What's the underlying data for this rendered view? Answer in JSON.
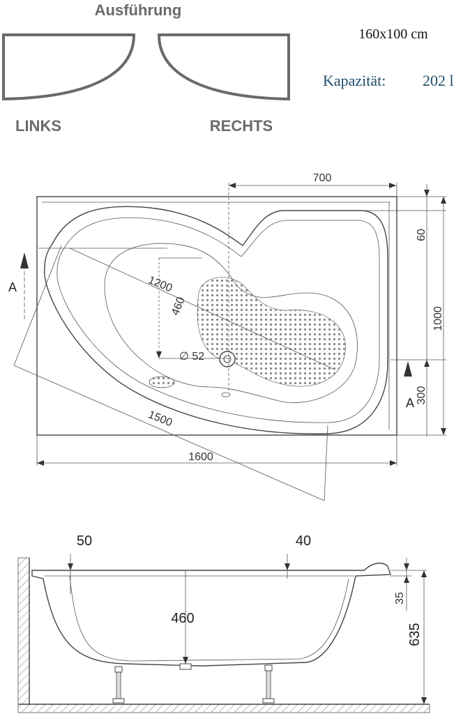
{
  "header": {
    "title": "Ausführung",
    "left_label": "LINKS",
    "right_label": "RECHTS",
    "size": "160x100 cm",
    "capacity_label": "Kapazität:",
    "capacity_value": "202 l"
  },
  "top_view": {
    "section_marker": "A",
    "dims": {
      "w700": "700",
      "d60": "60",
      "h1000": "1000",
      "l1200": "1200",
      "d460": "460",
      "drain": "∅ 52",
      "h300": "300",
      "l1500": "1500",
      "w1600": "1600"
    }
  },
  "side_view": {
    "dims": {
      "rim50": "50",
      "rim40": "40",
      "depth460": "460",
      "d35": "35",
      "h635": "635"
    }
  },
  "colors": {
    "capacity": "#1f4e6b",
    "label_gray": "#6a6a6a",
    "line": "#444444"
  }
}
